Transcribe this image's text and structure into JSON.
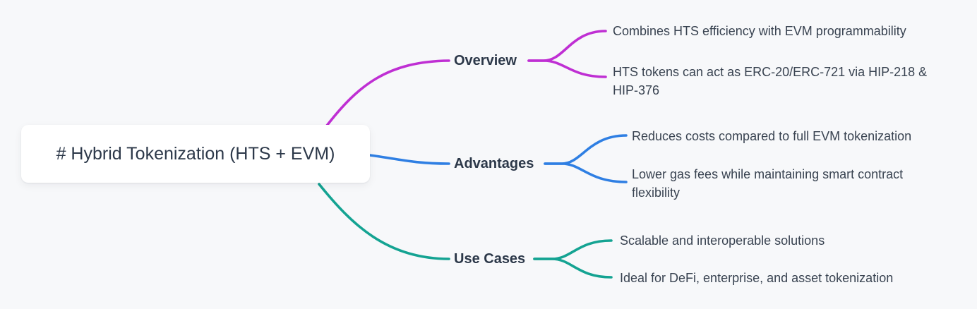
{
  "root": {
    "label": "# Hybrid Tokenization (HTS + EVM)"
  },
  "branches": [
    {
      "id": "overview",
      "label": "Overview",
      "color": "#bf2fd3",
      "children": [
        "Combines HTS efficiency with EVM programmability",
        "HTS tokens can act as ERC-20/ERC-721 via HIP-218 &\nHIP-376"
      ]
    },
    {
      "id": "advantages",
      "label": "Advantages",
      "color": "#2f7fe3",
      "children": [
        "Reduces costs compared to full EVM tokenization",
        "Lower gas fees while maintaining smart contract\nflexibility"
      ]
    },
    {
      "id": "use-cases",
      "label": "Use Cases",
      "color": "#14a392",
      "children": [
        "Scalable and interoperable solutions",
        "Ideal for DeFi, enterprise, and asset tokenization"
      ]
    }
  ]
}
